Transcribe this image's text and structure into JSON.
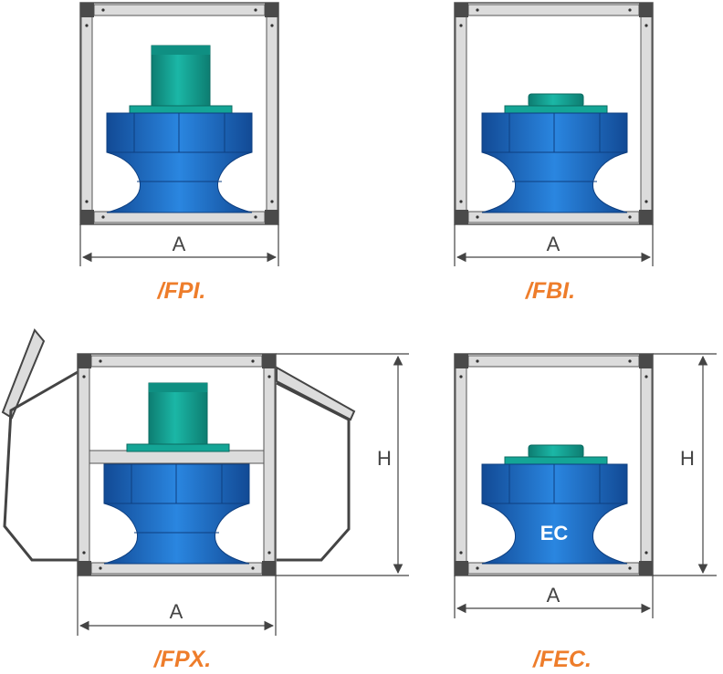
{
  "colors": {
    "frame_fill": "#d9d9d9",
    "frame_stroke": "#555555",
    "corner": "#4a4a4a",
    "motor": "#14a596",
    "motor_dark": "#0d7d71",
    "housing": "#1e62b8",
    "housing_dark": "#124a95",
    "model_label": "#ee7d2b",
    "dimension": "#444444"
  },
  "panels": [
    {
      "id": "fpi",
      "model": "/FPI.",
      "width_label": "A",
      "height_label": "",
      "motor": "tall",
      "badge": ""
    },
    {
      "id": "fbi",
      "model": "/FBI.",
      "width_label": "A",
      "height_label": "",
      "motor": "flat",
      "badge": ""
    },
    {
      "id": "fpx",
      "model": "/FPX.",
      "width_label": "A",
      "height_label": "H",
      "motor": "tall",
      "badge": ""
    },
    {
      "id": "fec",
      "model": "/FEC.",
      "width_label": "A",
      "height_label": "H",
      "motor": "flat",
      "badge": "EC"
    }
  ]
}
